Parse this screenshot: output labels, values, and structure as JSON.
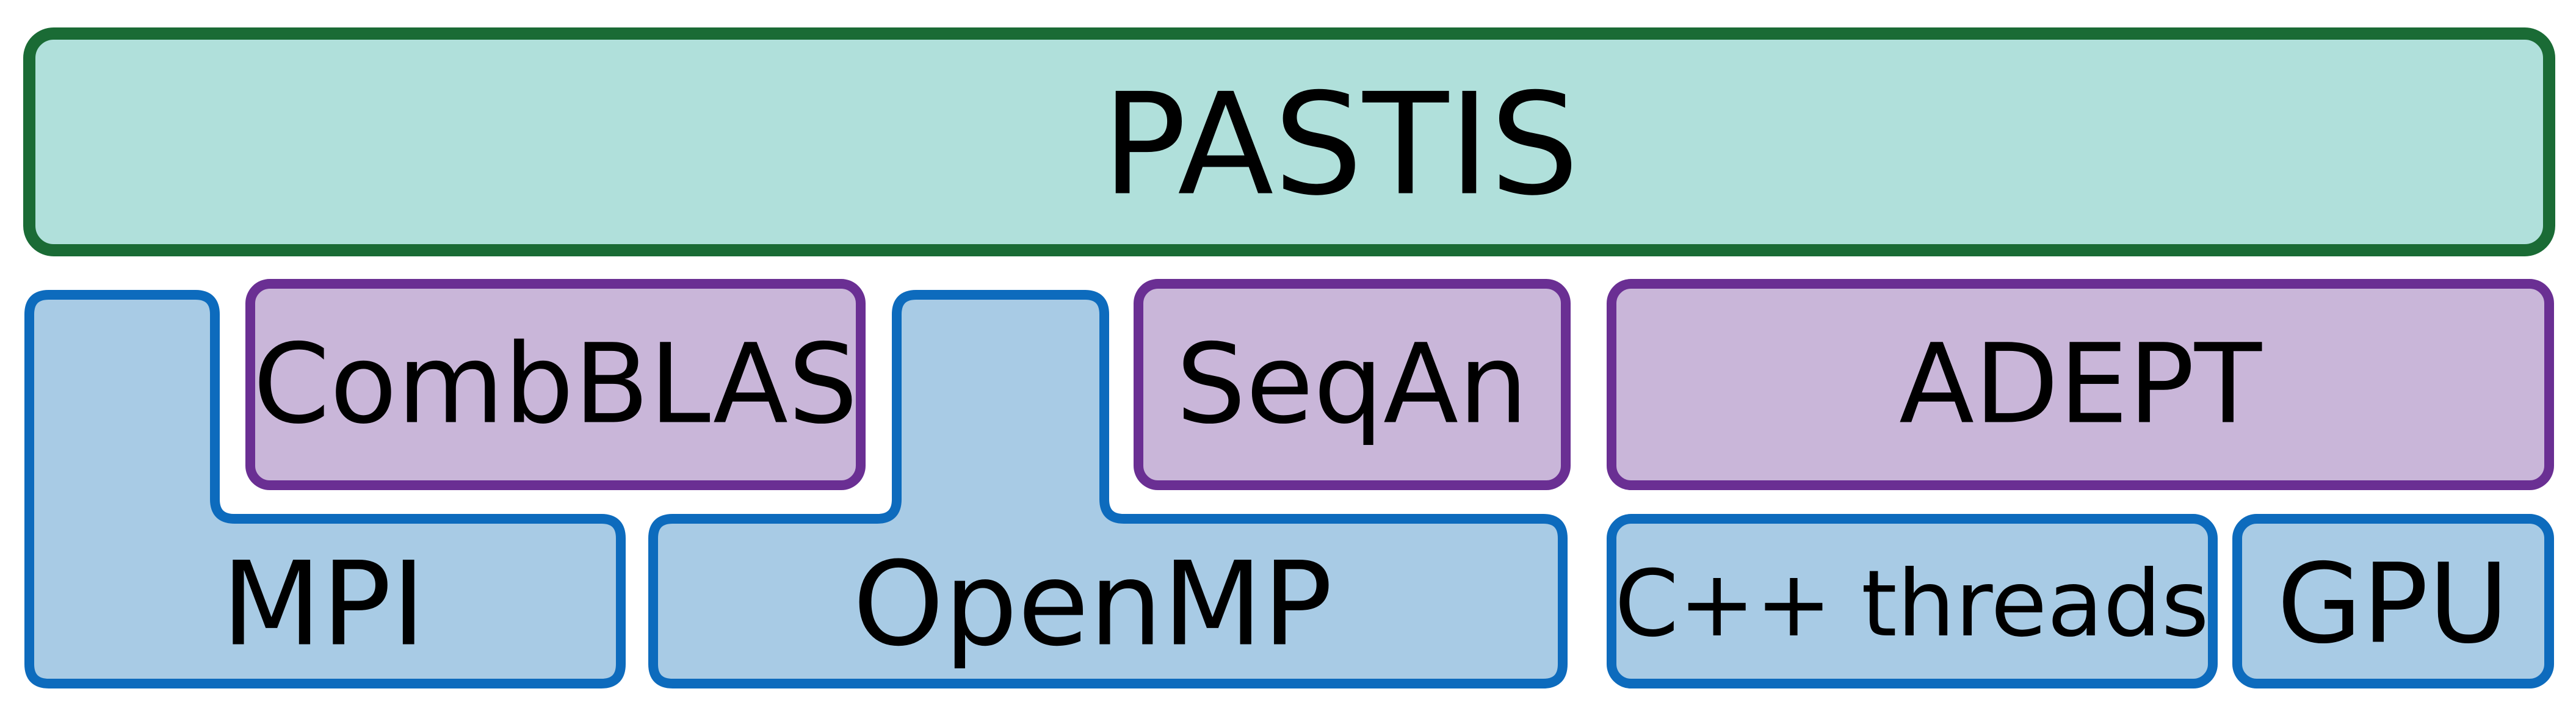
{
  "diagram": {
    "top": {
      "label": "PASTIS"
    },
    "libraries": {
      "combblas": "CombBLAS",
      "seqan": "SeqAn",
      "adept": "ADEPT"
    },
    "backends": {
      "mpi": "MPI",
      "openmp": "OpenMP",
      "cpp_threads": "C++ threads",
      "gpu": "GPU"
    }
  },
  "colors": {
    "pastis_fill": "#b0e0db",
    "pastis_stroke": "#1a6b35",
    "library_fill": "#c9b6d9",
    "library_stroke": "#6a2f93",
    "backend_fill": "#a8cbe5",
    "backend_stroke": "#0d6bbd",
    "text": "#000000"
  }
}
